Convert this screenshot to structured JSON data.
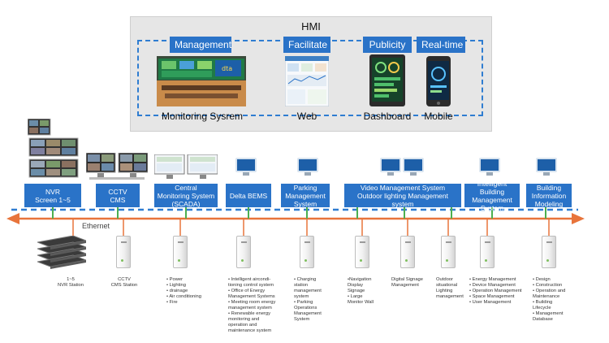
{
  "hmi": {
    "title": "HMI",
    "tags": [
      "Management",
      "Facilitate",
      "Publicity",
      "Real-time"
    ],
    "captions": [
      "Monitoring Sysrem",
      "Web",
      "Dashboard",
      "Mobile"
    ]
  },
  "network": {
    "label": "Ethernet"
  },
  "systems": [
    "NVR\nScreen 1~5",
    "CCTV\nCMS",
    "Central\nMonitoring System\n(SCADA)",
    "Delta BEMS",
    "Parking\nManagement\nSystem",
    "Video Management System\nOutdoor lighting Management system",
    "Intelligent Building\nManagement\nSystem",
    "Building\nInformation\nModeling"
  ],
  "descriptions": [
    "1~5\nNVR Station",
    "CCTV\nCMS Station",
    "• Power\n• Lighting\n• drainage\n• Air conditioning\n• Fire",
    "• Intelligent aircondi-\n  tioning control system\n• Office of Energy\n  Management Systems\n• Meeting room energy\n  management system\n• Renewable energy\n  monitoring and\n  operation and\n  maintenance system",
    "• Charging\n  station\n  management\n  system\n• Parking\n  Operations\n  Management\n  System",
    "•Navigation\n Display\n Signage\n• Large\n Monitor Wall",
    "Digital Signage\nManagement",
    "Outdoor\nsituational\nLighting\nmanagement",
    "• Energy Management\n• Device Management\n• Operation Management\n• Space Management\n• User Management",
    "• Design\n• Construction\n• Operation and\n  Maintenance\n• Building\n  Lifecycle\n• Management\n  Database"
  ],
  "colors": {
    "accent": "#2a73c8",
    "ethernet": "#e8743b",
    "dashed": "#2f7dd1",
    "link": "#4caf50"
  }
}
